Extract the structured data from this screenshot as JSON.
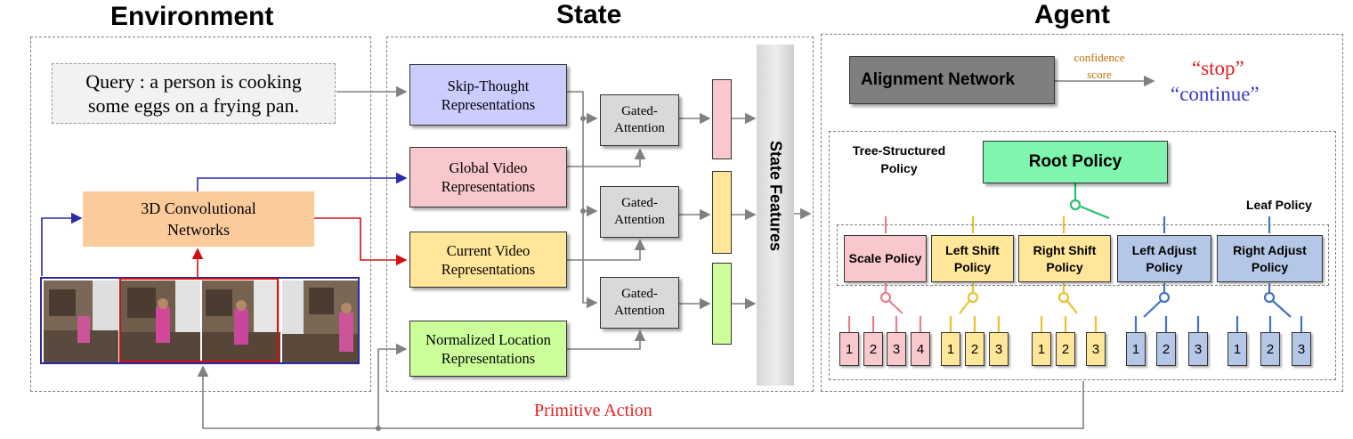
{
  "titles": {
    "environment": "Environment",
    "state": "State",
    "agent": "Agent"
  },
  "environment": {
    "query": "Query : a person is cooking some eggs on a frying pan.",
    "conv_network": "3D  Convolutional Networks"
  },
  "state": {
    "skip_thought": "Skip-Thought Representations",
    "global_video": "Global Video Representations",
    "current_video": "Current Video Representations",
    "normalized_location": "Normalized Location Representations",
    "gated_attention": [
      "Gated-Attention",
      "Gated-Attention",
      "Gated-Attention"
    ],
    "state_features": "State Features"
  },
  "agent": {
    "alignment_network": "Alignment Network",
    "confidence_score": "confidence score",
    "stop": "“stop”",
    "continue": "“continue”",
    "tree_structured_policy": "Tree-Structured Policy",
    "root_policy": "Root Policy",
    "leaf_policy": "Leaf Policy",
    "policies": [
      {
        "label": "Scale Policy",
        "actions": [
          "1",
          "2",
          "3",
          "4"
        ]
      },
      {
        "label": "Left Shift Policy",
        "actions": [
          "1",
          "2",
          "3"
        ]
      },
      {
        "label": "Right Shift Policy",
        "actions": [
          "1",
          "2",
          "3"
        ]
      },
      {
        "label": "Left Adjust Policy",
        "actions": [
          "1",
          "2",
          "3"
        ]
      },
      {
        "label": "Right Adjust Policy",
        "actions": [
          "1",
          "2",
          "3"
        ]
      }
    ]
  },
  "primitive_action": "Primitive Action",
  "colors": {
    "skip_thought_fill": "#ccccff",
    "global_video_fill": "#f8c8cc",
    "current_video_fill": "#ffe699",
    "location_fill": "#ccff99",
    "conv_fill": "#fbcb9c",
    "root_fill": "#7ff5b0",
    "alignment_fill": "#7f7f7f",
    "scale_color": "#e8808c",
    "shift_color": "#e8c030",
    "adjust_color": "#4472c4",
    "stop_color": "#e02020",
    "continue_color": "#3a3ac0",
    "primitive_color": "#e02020",
    "confidence_color": "#c07000"
  }
}
